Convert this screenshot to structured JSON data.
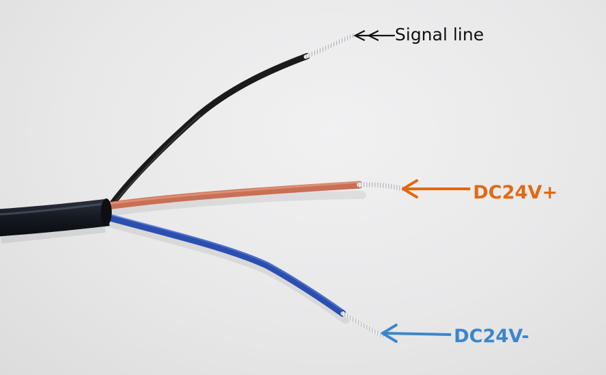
{
  "labels": {
    "signal": "Signal line",
    "plus": "DC24V+",
    "minus": "DC24V-"
  },
  "colors": {
    "signal_label": "#111111",
    "plus_label": "#e06a12",
    "minus_label": "#3b86cc",
    "signal_wire": "#1a1a1a",
    "plus_wire": "#d27a5c",
    "minus_wire": "#2b4fb0",
    "cable_jacket": "#161a22",
    "background": "#e9e9ea"
  },
  "icons": {
    "signal_pointer": "arrow-left-icon",
    "plus_pointer": "arrow-left-icon",
    "minus_pointer": "arrow-left-icon"
  }
}
